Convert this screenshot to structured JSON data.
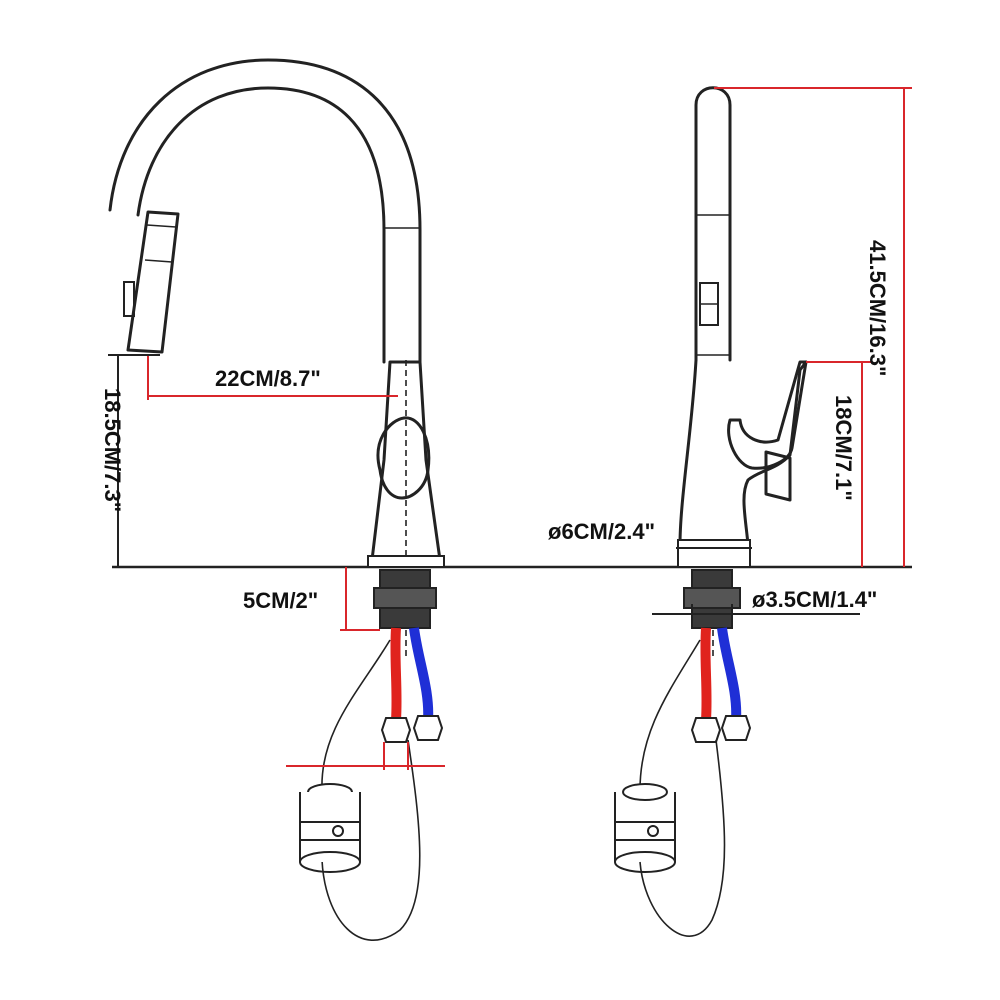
{
  "dimensions": {
    "spout_reach": "22CM/8.7\"",
    "left_height": "18.5CM/7.3\"",
    "shank_length": "5CM/2\"",
    "total_height": "41.5CM/16.3\"",
    "handle_height": "18CM/7.1\"",
    "base_diameter": "ø6CM/2.4\"",
    "shank_diameter": "ø3.5CM/1.4\""
  },
  "colors": {
    "dimension_line": "#d9262b",
    "hot_hose": "#e0231d",
    "cold_hose": "#1f2fd6",
    "outline": "#222222"
  }
}
